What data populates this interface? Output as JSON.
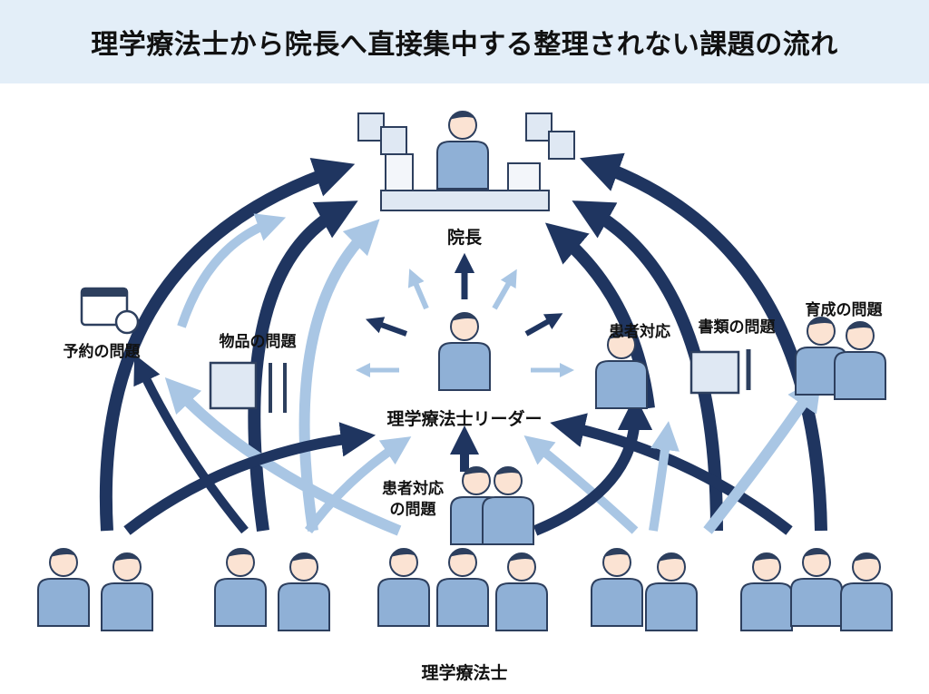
{
  "title": "理学療法士から院長へ直接集中する整理されない課題の流れ",
  "nodes": {
    "director": "院長",
    "leader": "理学療法士リーダー",
    "staff": "理学療法士"
  },
  "issues": {
    "reservation": "予約の問題",
    "supplies": "物品の問題",
    "patient_care": "患者対応",
    "documents": "書類の問題",
    "training": "育成の問題",
    "patient_care_issue_line1": "患者対応",
    "patient_care_issue_line2": "の問題"
  },
  "icons": [
    "calendar-clock-icon",
    "cart-tools-icon",
    "folders-pen-icon",
    "stressed-director-icon",
    "documents-warning-icon"
  ],
  "colors": {
    "header_bg": "#e3eef8",
    "dark_arrow": "#1f3560",
    "light_arrow": "#a9c6e4",
    "person": "#8fb0d6",
    "person_dark": "#2d3f5e"
  }
}
